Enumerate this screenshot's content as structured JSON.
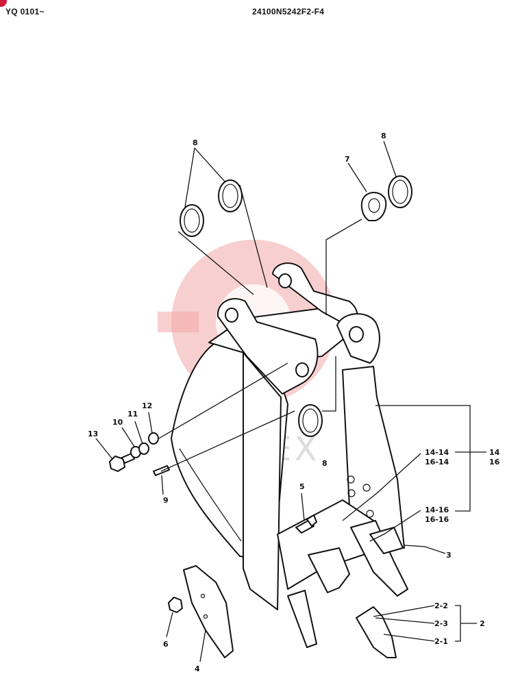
{
  "header": {
    "serial_range": "YQ 0101~",
    "drawing_number": "24100N5242F2-F4"
  },
  "watermark": {
    "text": "ИНТЕХ",
    "color": "#f2a8a8"
  },
  "callouts": {
    "c8a": "8",
    "c8b": "8",
    "c8c": "8",
    "c7": "7",
    "c13": "13",
    "c10": "10",
    "c11": "11",
    "c12": "12",
    "c9": "9",
    "c5": "5",
    "c3": "3",
    "c6": "6",
    "c4": "4",
    "c14_14": "14-14",
    "c16_14": "16-14",
    "c14_16": "14-16",
    "c16_16": "16-16",
    "c14": "14",
    "c16": "16",
    "c2_2": "2-2",
    "c2_3": "2-3",
    "c2_1": "2-1",
    "c2": "2"
  }
}
